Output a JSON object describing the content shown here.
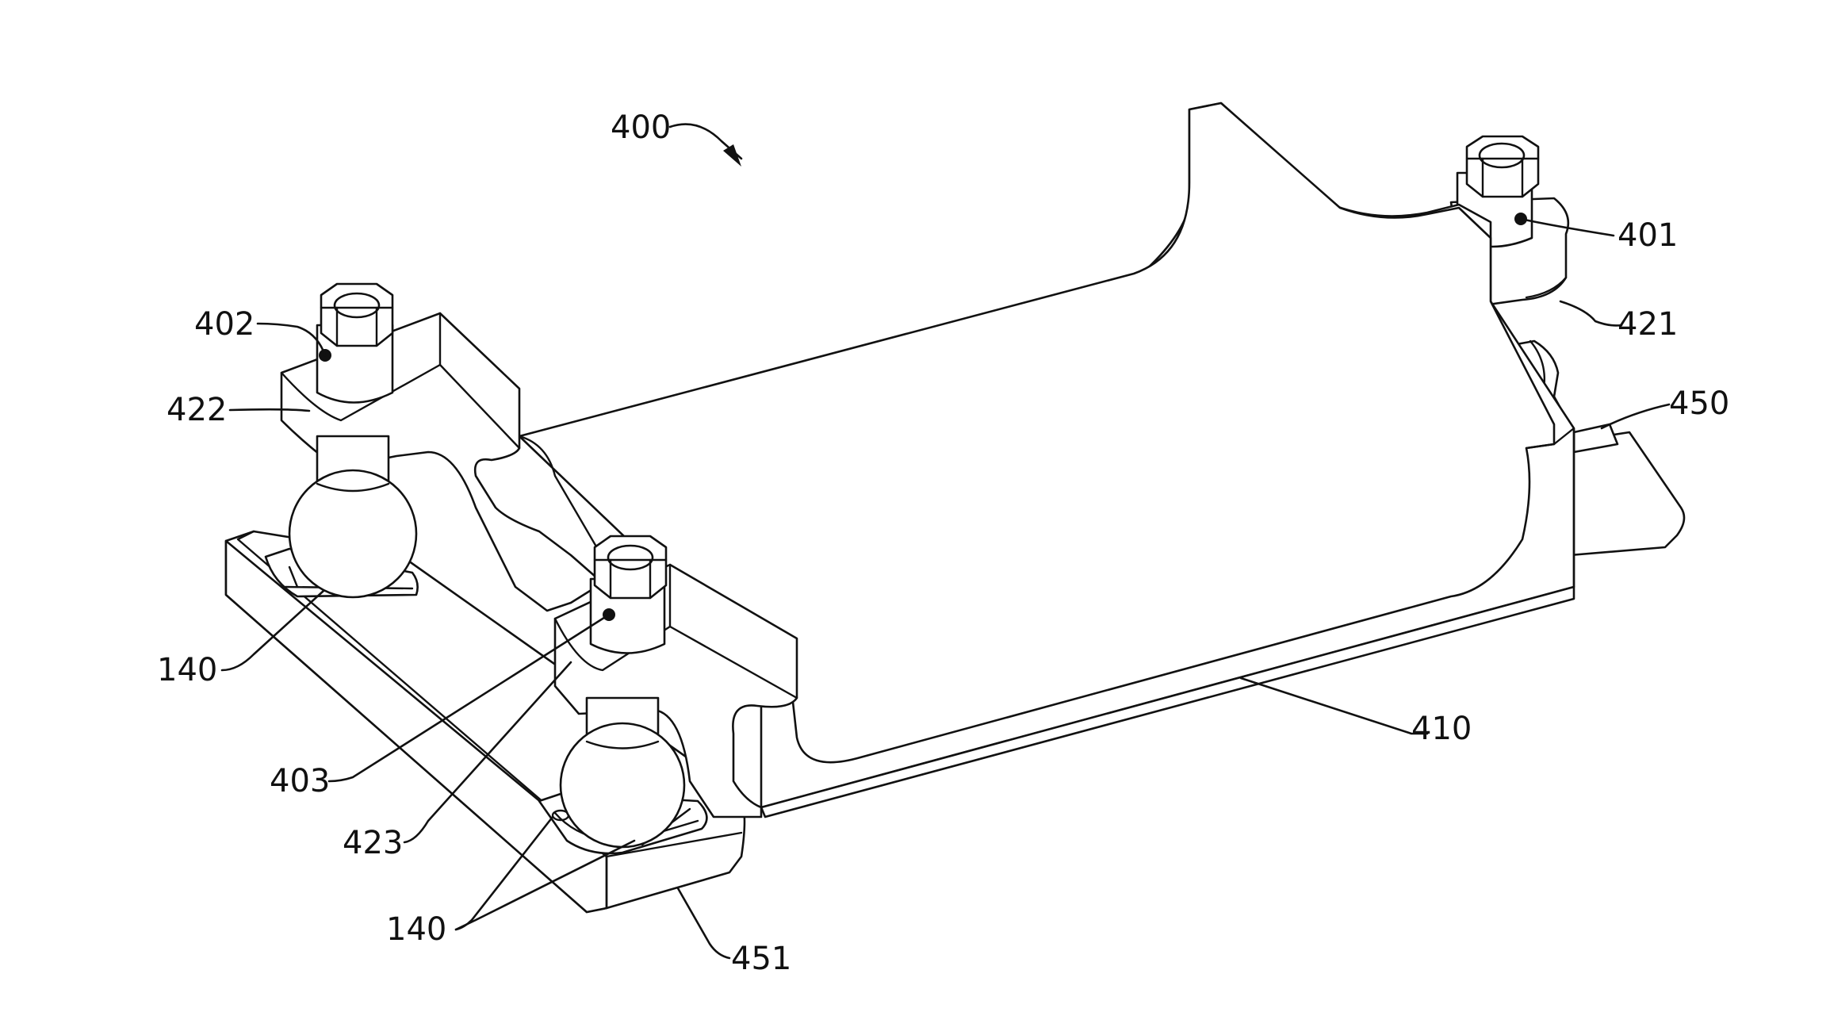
{
  "figure": {
    "labels": {
      "l400": "400",
      "l401": "401",
      "l402": "402",
      "l403": "403",
      "l410": "410",
      "l421": "421",
      "l422": "422",
      "l423": "423",
      "l450": "450",
      "l451": "451",
      "l140a": "140",
      "l140b": "140"
    }
  }
}
